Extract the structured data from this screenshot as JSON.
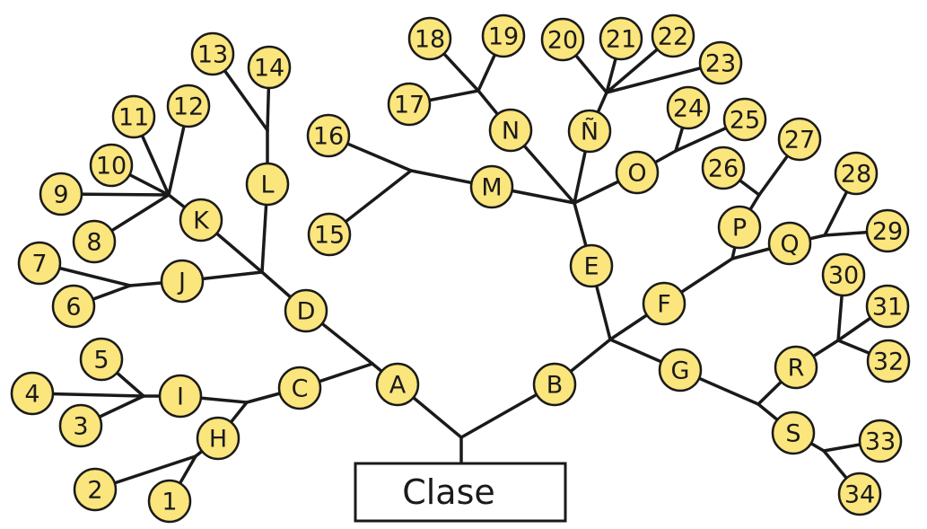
{
  "root": {
    "label": "Clase"
  },
  "nodes": [
    "A",
    "B",
    "C",
    "D",
    "E",
    "F",
    "G",
    "H",
    "I",
    "J",
    "K",
    "L",
    "M",
    "N",
    "Ñ",
    "O",
    "P",
    "Q",
    "R",
    "S",
    "1",
    "2",
    "3",
    "4",
    "5",
    "6",
    "7",
    "8",
    "9",
    "10",
    "11",
    "12",
    "13",
    "14",
    "15",
    "16",
    "17",
    "18",
    "19",
    "20",
    "21",
    "22",
    "23",
    "24",
    "25",
    "26",
    "27",
    "28",
    "29",
    "30",
    "31",
    "32",
    "33",
    "34"
  ],
  "colors": {
    "node_fill": "#fbe57d",
    "line": "#1a1a1a"
  }
}
